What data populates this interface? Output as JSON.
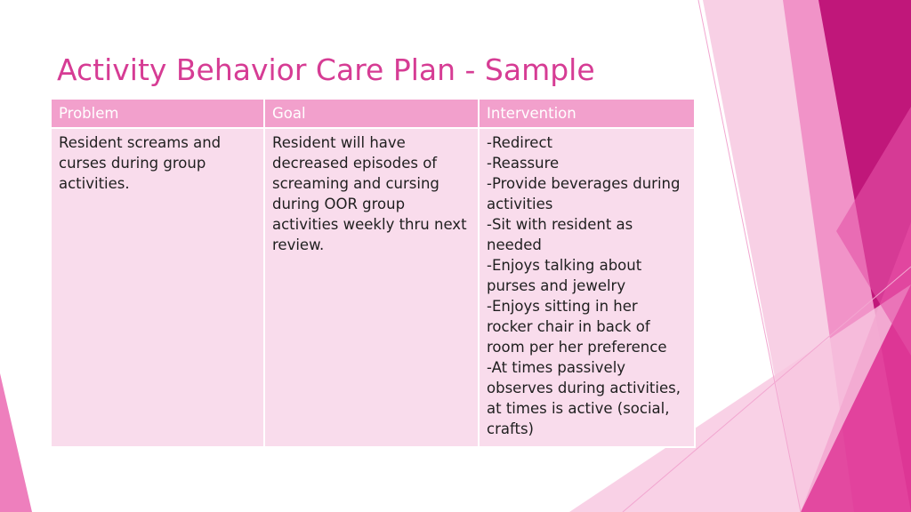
{
  "slide": {
    "title": "Activity Behavior Care Plan - Sample"
  },
  "table": {
    "headers": [
      "Problem",
      "Goal",
      "Intervention"
    ],
    "problem": "Resident screams and curses during group activities.",
    "goal": "Resident will have decreased episodes of screaming and cursing during OOR group activities weekly thru next review.",
    "interventions": [
      "-Redirect",
      "-Reassure",
      "-Provide beverages during activities",
      "-Sit with resident as needed",
      "-Enjoys talking about purses and jewelry",
      "-Enjoys sitting in her rocker chair in back of room per her preference",
      "-At times passively observes during activities, at times is active (social, crafts)"
    ]
  },
  "colors": {
    "title": "#d63c94",
    "header_fill": "#f2a0cc",
    "cell_fill": "#f9dcec",
    "deco_dark": "#b8166f",
    "deco_mid": "#e03a98",
    "deco_light": "#f07cbc",
    "deco_pale": "#f6b6d8"
  }
}
